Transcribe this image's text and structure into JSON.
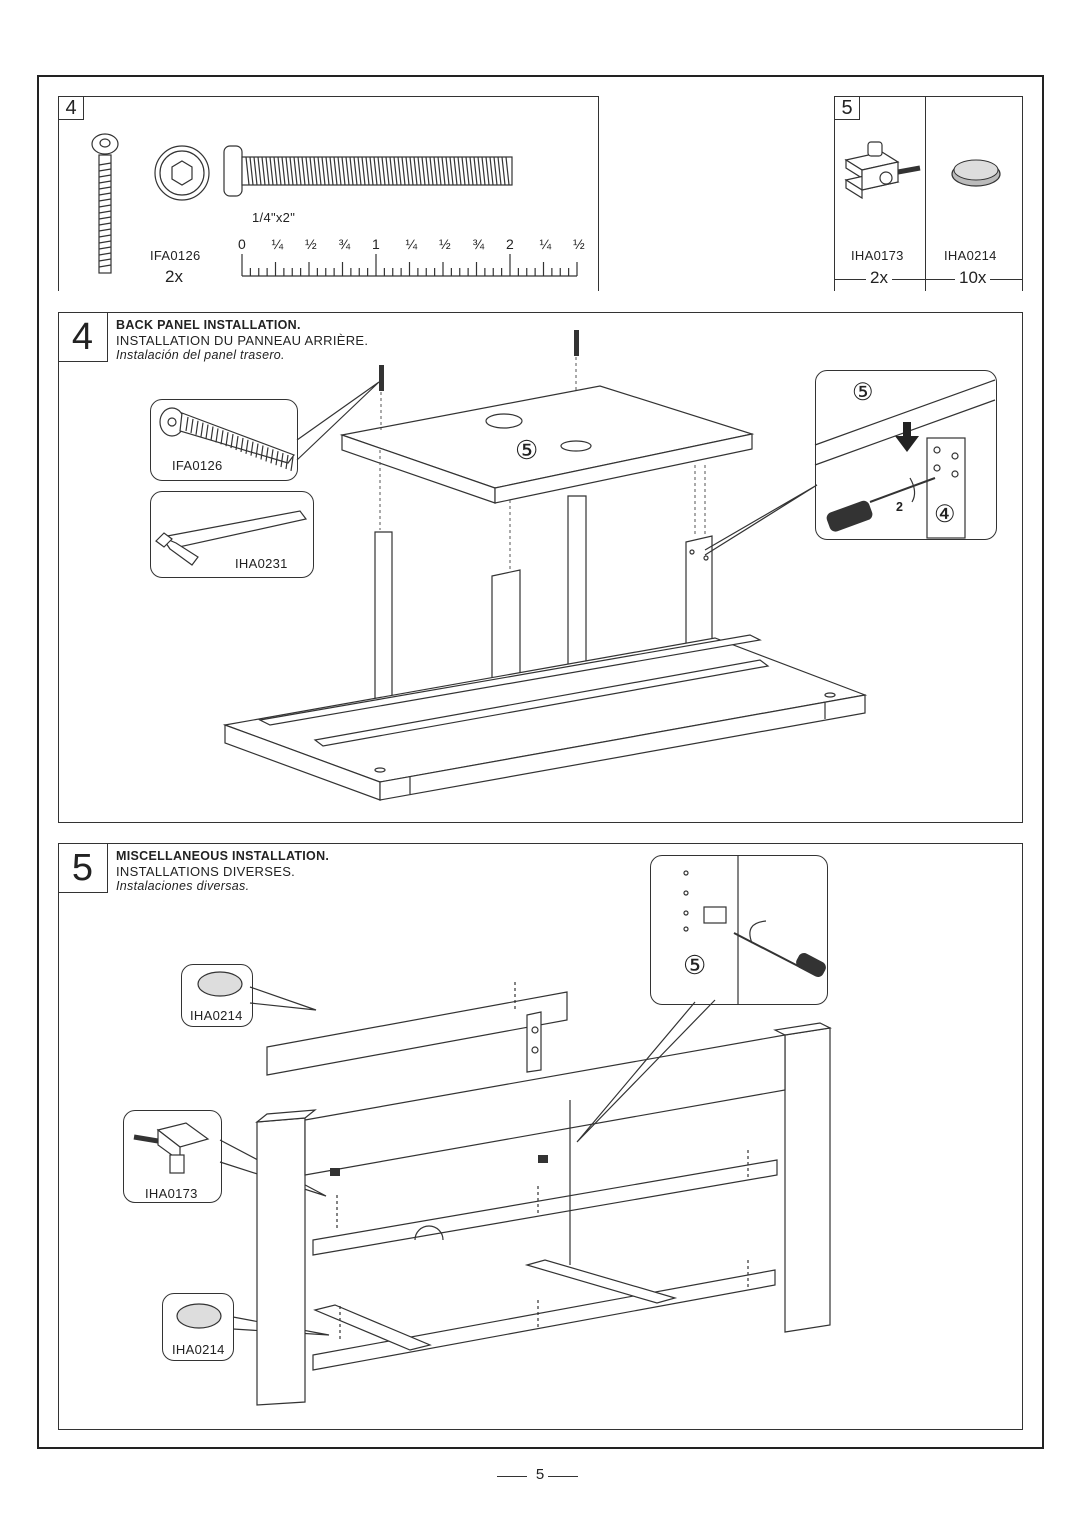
{
  "hardware": {
    "step4_tag": "4",
    "step5_tag": "5",
    "bolt_size": "1/4\"x2\"",
    "ruler_labels": [
      "0",
      "¼",
      "½",
      "¾",
      "1",
      "¼",
      "½",
      "¾",
      "2",
      "¼",
      "½"
    ],
    "part_ifa0126": "IFA0126",
    "qty_ifa0126": "2x",
    "part_iha0173": "IHA0173",
    "qty_iha0173": "2x",
    "part_iha0214": "IHA0214",
    "qty_iha0214": "10x"
  },
  "step4": {
    "number": "4",
    "title_en": "BACK PANEL INSTALLATION.",
    "title_fr": "INSTALLATION DU PANNEAU ARRIÈRE.",
    "title_es": "Instalación del panel trasero.",
    "callout_bolt": "IFA0126",
    "callout_key": "IHA0231",
    "panel_marker": "⑤",
    "detail_marker_top": "⑤",
    "detail_marker_side": "④",
    "detail_turns": "2"
  },
  "step5": {
    "number": "5",
    "title_en": "MISCELLANEOUS INSTALLATION.",
    "title_fr": "INSTALLATIONS DIVERSES.",
    "title_es": "Instalaciones diversas.",
    "callout_glide_top": "IHA0214",
    "callout_clip": "IHA0173",
    "callout_glide_bottom": "IHA0214",
    "detail_marker": "⑤"
  },
  "footer": {
    "page_number": "5"
  }
}
